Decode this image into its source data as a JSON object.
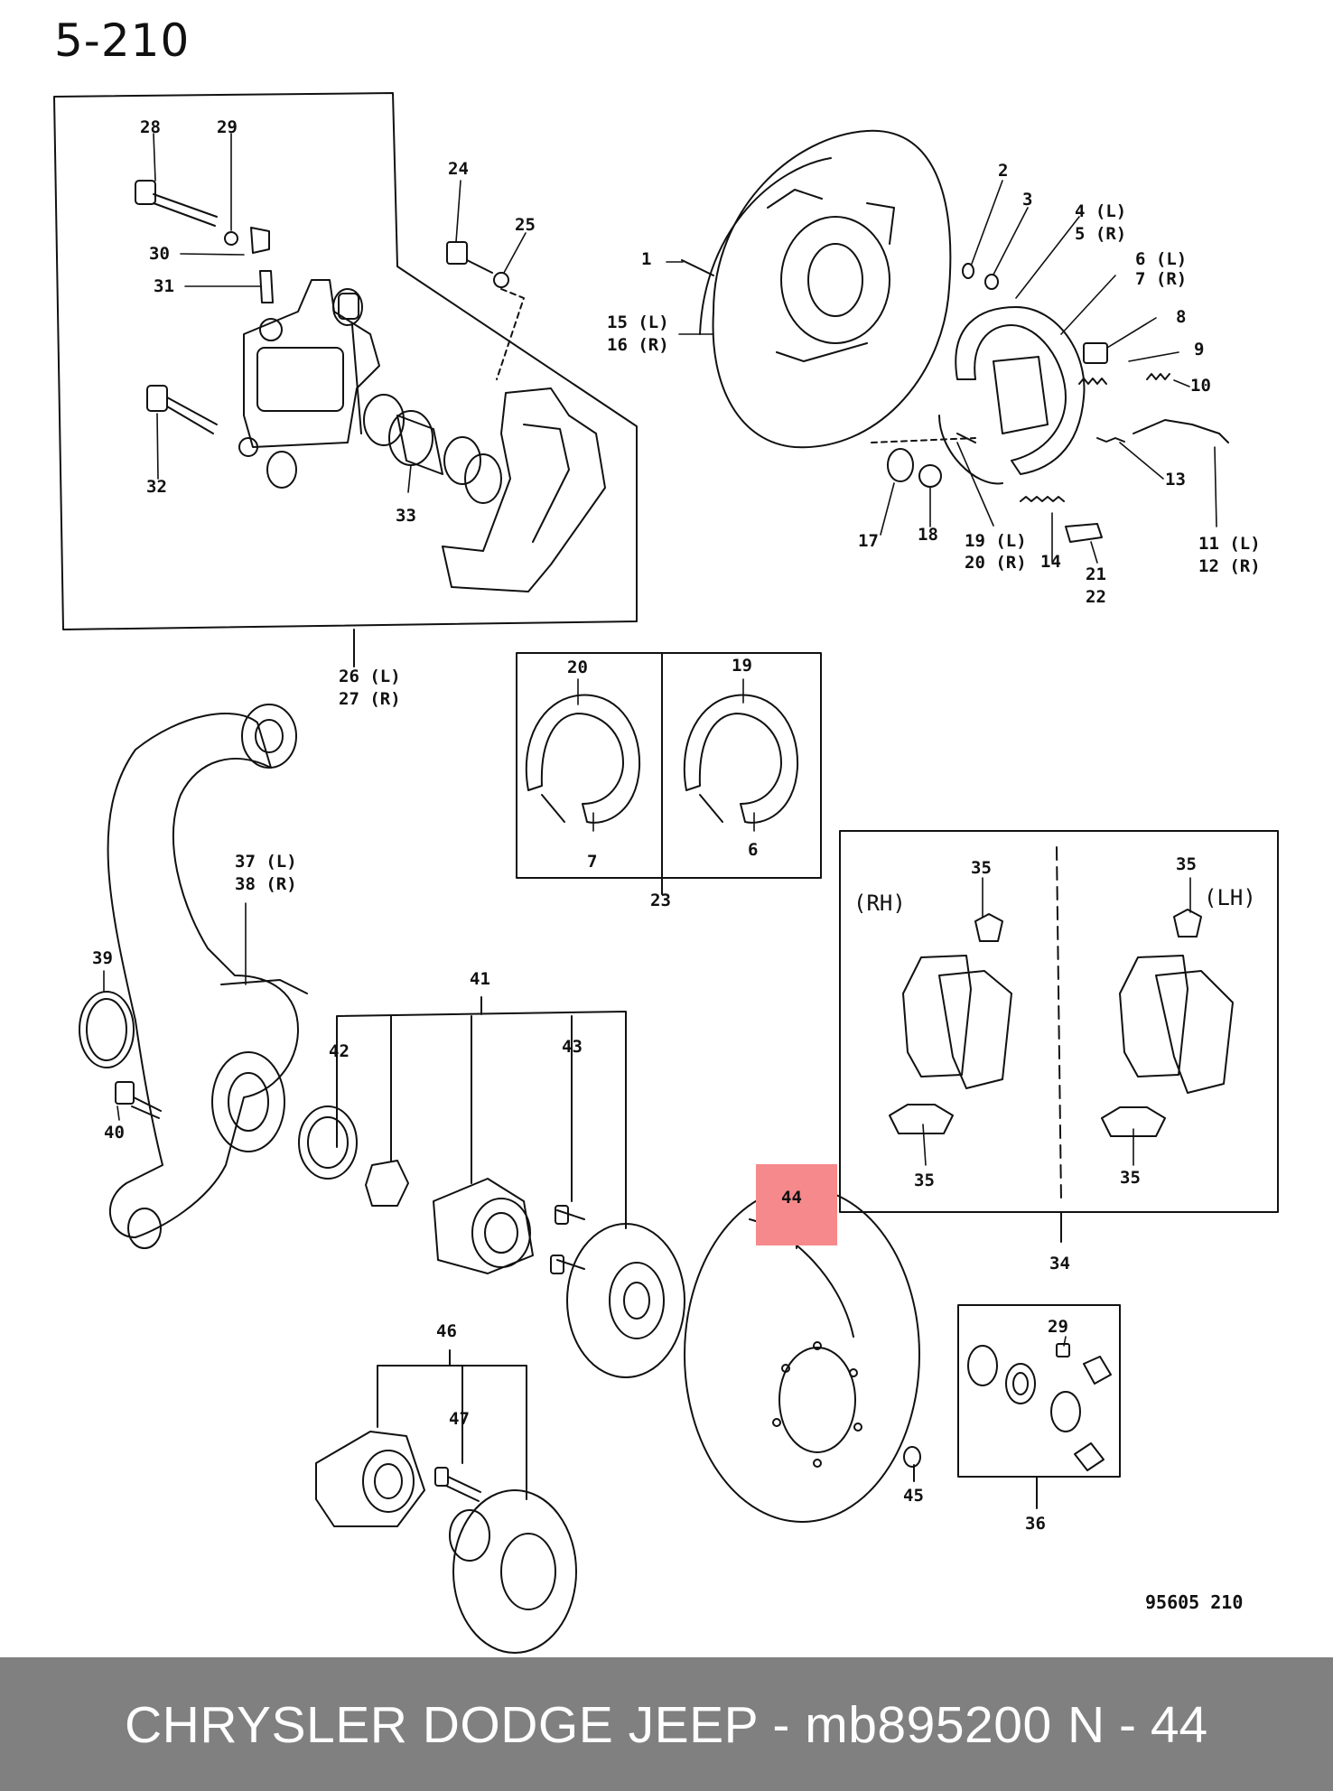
{
  "page_number": "5-210",
  "drawing_code": "95605  210",
  "labels": {
    "p1": "1",
    "p2": "2",
    "p3": "3",
    "p4": "4 (L)",
    "p5": "5 (R)",
    "p6": "6 (L)",
    "p7": "7 (R)",
    "p8": "8",
    "p9": "9",
    "p10": "10",
    "p11": "11 (L)",
    "p12": "12 (R)",
    "p13": "13",
    "p14": "14",
    "p15": "15 (L)",
    "p16": "16 (R)",
    "p17": "17",
    "p18": "18",
    "p19": "19 (L)",
    "p20": "20 (R)",
    "p21": "21",
    "p22": "22",
    "p23": "23",
    "p24": "24",
    "p25": "25",
    "p26": "26 (L)",
    "p27": "27 (R)",
    "p28": "28",
    "p29": "29",
    "p30": "30",
    "p31": "31",
    "p32": "32",
    "p33": "33",
    "p34": "34",
    "p35": "35",
    "p36": "36",
    "p37": "37 (L)",
    "p38": "38 (R)",
    "p39": "39",
    "p40": "40",
    "p41": "41",
    "p42": "42",
    "p43": "43",
    "p44": "44",
    "p45": "45",
    "p46": "46",
    "p47": "47",
    "shoe_left_top": "20",
    "shoe_right_top": "19",
    "shoe_left_bottom": "7",
    "shoe_right_bottom": "6",
    "inset_29": "29",
    "rh": "(RH)",
    "lh": "(LH)"
  },
  "highlighted_part": "44",
  "footer": {
    "title": "CHRYSLER DODGE JEEP - mb895200",
    "reference": "N - 44"
  },
  "colors": {
    "highlight": "#f5898b",
    "footer_bg": "#808080",
    "footer_text": "#ffffff",
    "ink": "#111111"
  }
}
